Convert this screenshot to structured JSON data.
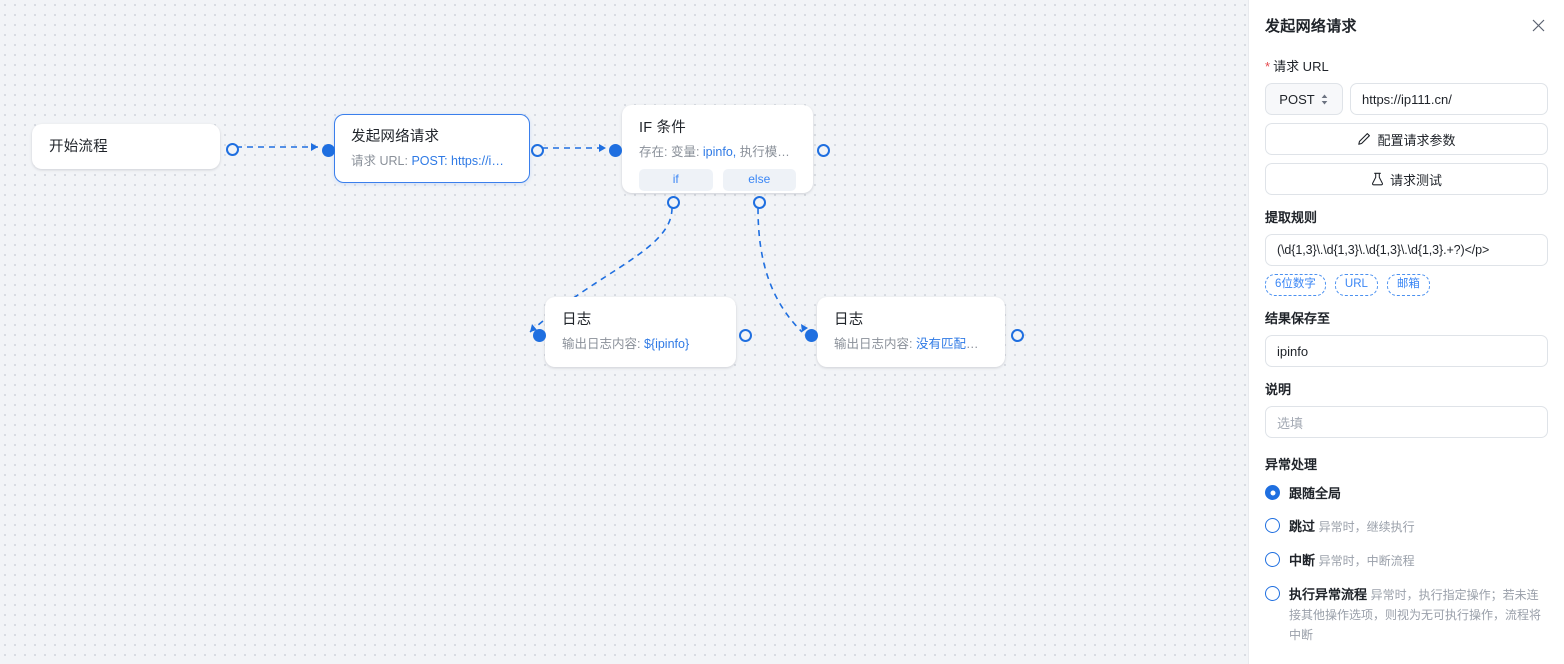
{
  "canvas": {
    "nodes": [
      {
        "id": "start",
        "title": "开始流程",
        "subtitle": "",
        "subtitle_highlight": ""
      },
      {
        "id": "http",
        "title": "发起网络请求",
        "subtitle_prefix": "请求 URL: ",
        "subtitle_highlight": "POST: https://i…"
      },
      {
        "id": "if",
        "title": "IF 条件",
        "subtitle_prefix": "存在: 变量: ",
        "subtitle_highlight": "ipinfo,",
        "subtitle_suffix": "  执行模…",
        "branches": [
          {
            "label": "if"
          },
          {
            "label": "else"
          }
        ]
      },
      {
        "id": "log-if",
        "title": "日志",
        "subtitle_prefix": "输出日志内容: ",
        "subtitle_highlight": "${ipinfo}"
      },
      {
        "id": "log-else",
        "title": "日志",
        "subtitle_prefix": "输出日志内容: ",
        "subtitle_highlight": "没有匹配到…"
      }
    ],
    "accent_color": "#1f6fe0",
    "selected_node": "http"
  },
  "panel": {
    "title": "发起网络请求",
    "close_icon": "close-icon",
    "request_url": {
      "label": "请求 URL",
      "required_marker": "*",
      "method": "POST",
      "method_icon": "chevron-updown-icon",
      "url_value": "https://ip111.cn/"
    },
    "config_button": {
      "label": "配置请求参数",
      "icon": "pencil-icon"
    },
    "test_button": {
      "label": "请求测试",
      "icon": "flask-icon"
    },
    "extract_rule": {
      "label": "提取规则",
      "value": "(\\d{1,3}\\.\\d{1,3}\\.\\d{1,3}\\.\\d{1,3}.+?)</p>",
      "presets": [
        "6位数字",
        "URL",
        "邮箱"
      ]
    },
    "save_to": {
      "label": "结果保存至",
      "value": "ipinfo"
    },
    "description": {
      "label": "说明",
      "placeholder": "选填",
      "value": ""
    },
    "exception": {
      "label": "异常处理",
      "selected": 0,
      "options": [
        {
          "main": "跟随全局",
          "desc": ""
        },
        {
          "main": "跳过",
          "desc": "异常时，继续执行"
        },
        {
          "main": "中断",
          "desc": "异常时，中断流程"
        },
        {
          "main": "执行异常流程",
          "desc": "异常时，执行指定操作；若未连接其他操作选项，则视为无可执行操作，流程将中断"
        }
      ]
    }
  }
}
